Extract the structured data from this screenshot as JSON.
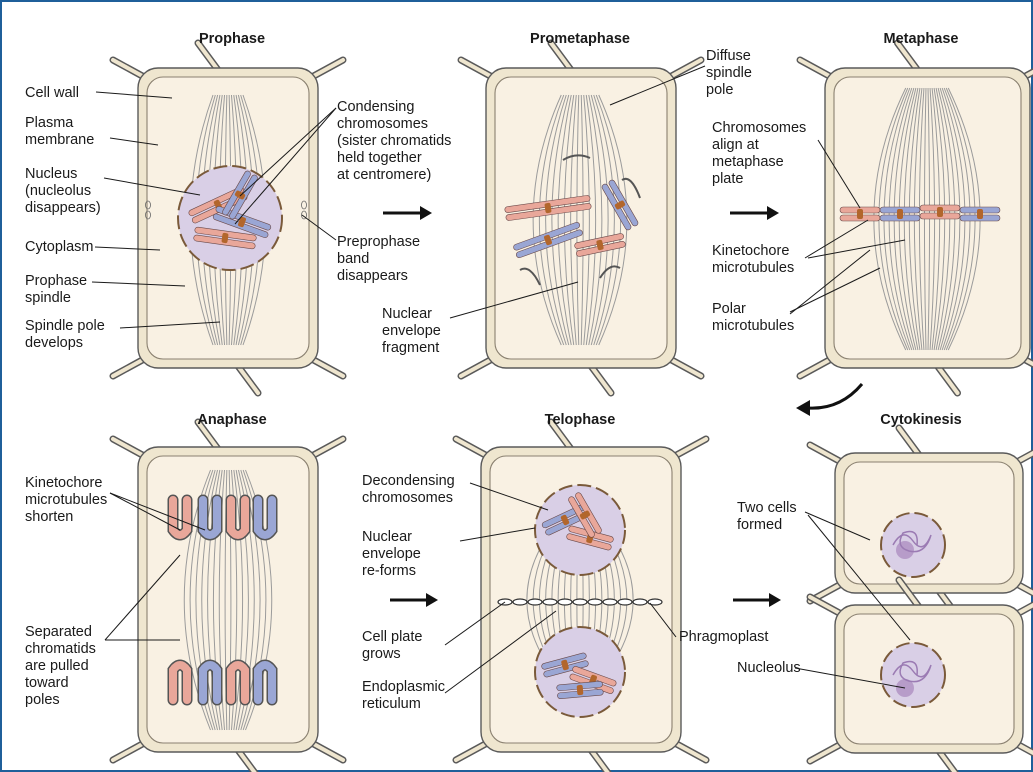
{
  "panels": {
    "prophase": {
      "title": "Prophase",
      "labels": {
        "cell_wall": "Cell wall",
        "plasma_membrane": [
          "Plasma",
          "membrane"
        ],
        "nucleus": [
          "Nucleus",
          "(nucleolus",
          "disappears)"
        ],
        "cytoplasm": "Cytoplasm",
        "prophase_spindle": [
          "Prophase",
          "spindle"
        ],
        "spindle_pole": [
          "Spindle pole",
          "develops"
        ],
        "condensing": [
          "Condensing",
          "chromosomes",
          "(sister chromatids",
          "held together",
          "at centromere)"
        ],
        "preprophase": [
          "Preprophase",
          "band",
          "disappears"
        ]
      }
    },
    "prometaphase": {
      "title": "Prometaphase",
      "labels": {
        "diffuse": [
          "Diffuse",
          "spindle",
          "pole"
        ],
        "nuclear_fragment": [
          "Nuclear",
          "envelope",
          "fragment"
        ]
      }
    },
    "metaphase": {
      "title": "Metaphase",
      "labels": {
        "align": [
          "Chromosomes",
          "align at",
          "metaphase",
          "plate"
        ],
        "kinetochore": [
          "Kinetochore",
          "microtubules"
        ],
        "polar": [
          "Polar",
          "microtubules"
        ]
      }
    },
    "anaphase": {
      "title": "Anaphase",
      "labels": {
        "kinetochore_shorten": [
          "Kinetochore",
          "microtubules",
          "shorten"
        ],
        "separated": [
          "Separated",
          "chromatids",
          "are pulled",
          "toward",
          "poles"
        ]
      }
    },
    "telophase": {
      "title": "Telophase",
      "labels": {
        "decondensing": [
          "Decondensing",
          "chromosomes"
        ],
        "reforms": [
          "Nuclear",
          "envelope",
          "re-forms"
        ],
        "cell_plate": [
          "Cell plate",
          "grows"
        ],
        "er": [
          "Endoplasmic",
          "reticulum"
        ],
        "phragmoplast": "Phragmoplast"
      }
    },
    "cytokinesis": {
      "title": "Cytokinesis",
      "labels": {
        "two_cells": [
          "Two cells",
          "formed"
        ],
        "nucleolus": "Nucleolus"
      }
    }
  },
  "colors": {
    "frame": "#1f5f9a",
    "wall": "#efe6cf",
    "wall_stroke": "#5a5a5a",
    "cytoplasm": "#f9f1e3",
    "nucleus": "#d9cfe6",
    "chromosome_red": "#e9a79a",
    "chromosome_blue": "#9aa6d4",
    "centromere": "#b2662c",
    "spindle": "#9b9b9b"
  }
}
